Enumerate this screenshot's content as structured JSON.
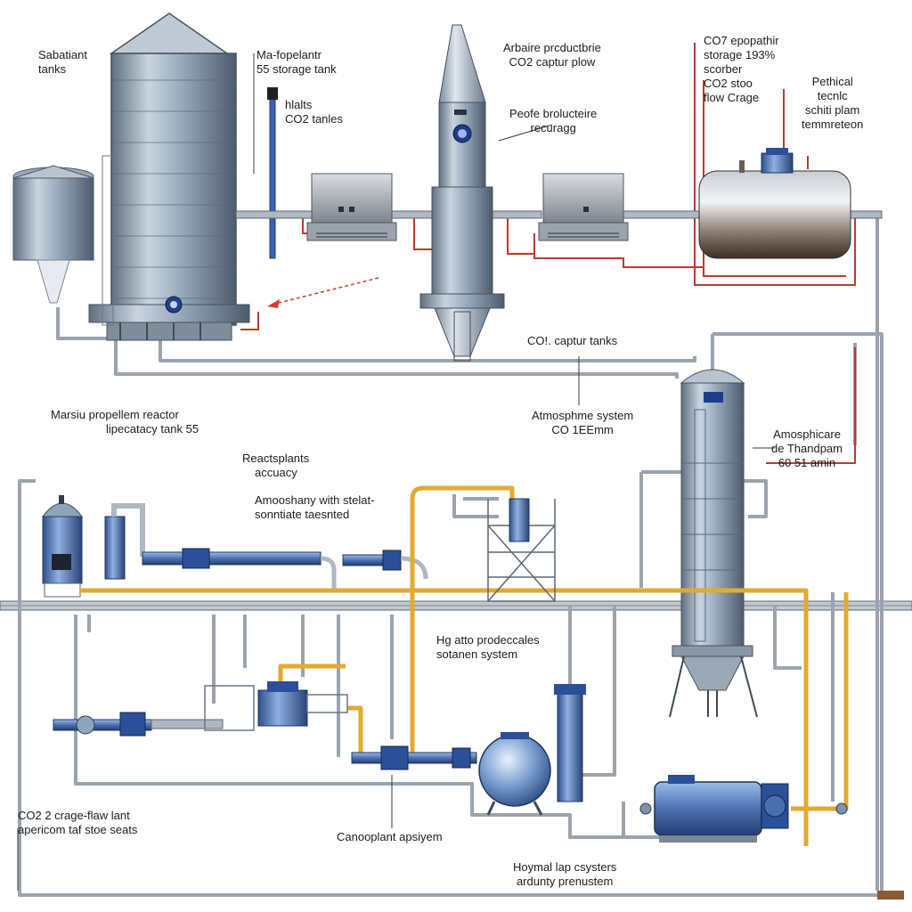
{
  "diagram": {
    "palette": {
      "steel": "#8fa2b6",
      "steel_dark": "#55687c",
      "pipe_gray": "#a9b3bd",
      "pipe_blue": "#2f4ea8",
      "pipe_yellow": "#e2aa2e",
      "line_red": "#c0392b",
      "vessel_blue": "#5b7fb8"
    },
    "labels": {
      "sabatiant": {
        "line1": "Sabatiant",
        "line2": "tanks"
      },
      "ma_propelantr": {
        "line1": "Ma-fopelantr",
        "line2": "55 storage tank"
      },
      "co2_tanks_small": {
        "line1": "hlalts",
        "line2": "CO2 tanles"
      },
      "arbaire": {
        "line1": "Arbaire prcductbrie",
        "line2": "CO2 captur plow"
      },
      "peofe": {
        "line1": "Peofe brolucteire",
        "line2": "recuragg"
      },
      "co7_epopathir": {
        "line1": "CO7 epopathir",
        "line2": "storage 193%",
        "line3": "scorber",
        "line4": "CO2 stoo",
        "line5": "flow Crage"
      },
      "pethical": {
        "line1": "Pethical",
        "line2": "tecnlc",
        "line3": "schiti plam",
        "line4": "temmreteon"
      },
      "co_captur_tanks": {
        "line1": "CO!. captur tanks"
      },
      "marsiu": {
        "line1": "Marsiu propellem reactor",
        "line2": "lipecatacy tank 55"
      },
      "atmosphere_system": {
        "line1": "Atmosphme system",
        "line2": "CO 1EEmm"
      },
      "amosphicare": {
        "line1": "Amosphicare",
        "line2": "de Thandpam",
        "line3": "60 51 amin"
      },
      "reactsplants": {
        "line1": "Reactsplants",
        "line2": "accuacy"
      },
      "amoosheny": {
        "line1": "Amooshany with stelat-",
        "line2": "sonntiate taesnted"
      },
      "hg_atto": {
        "line1": "Hg atto prodeccales",
        "line2": "sotanen system"
      },
      "co2_crage": {
        "line1": "CO2 2 crage-flaw lant",
        "line2": "apericom taf stoe seats"
      },
      "canooplant": {
        "line1": "Canooplant apsiyem"
      },
      "hoymal": {
        "line1": "Hoymal lap csysters",
        "line2": "ardunty prenustem"
      }
    }
  }
}
